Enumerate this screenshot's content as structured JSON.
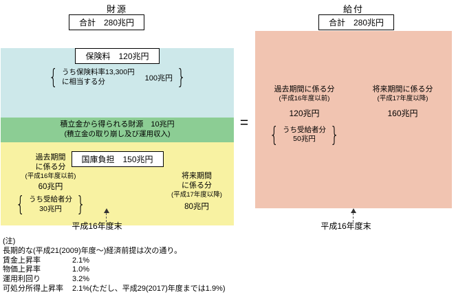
{
  "source_panel": {
    "title": "財源",
    "total": "合計　280兆円",
    "premium": {
      "label": "保険料　120兆円",
      "breakdown_text": "うち保険料率13,300円\nに相当する分",
      "breakdown_value": "100兆円"
    },
    "reserve": {
      "line1": "積立金から得られる財源　10兆円",
      "line2": "(積立金の取り崩し及び運用収入)"
    },
    "treasury": {
      "label": "国庫負担　150兆円",
      "past": {
        "name": "過去期間\nに係る分",
        "period": "(平成16年度以前)",
        "value": "60兆円",
        "breakdown": "うち受給者分\n30兆円"
      },
      "future": {
        "name": "将来期間\nに係る分",
        "period": "(平成17年度以降)",
        "value": "80兆円"
      }
    },
    "axis_label": "平成16年度末"
  },
  "equals_sign": "=",
  "benefit_panel": {
    "title": "給付",
    "total": "合計　280兆円",
    "past": {
      "name": "過去期間に係る分",
      "period": "(平成16年度以前)",
      "value": "120兆円",
      "breakdown": "うち受給者分\n50兆円"
    },
    "future": {
      "name": "将来期間に係る分",
      "period": "(平成17年度以降)",
      "value": "160兆円"
    },
    "axis_label": "平成16年度末"
  },
  "notes": {
    "header": "(注)",
    "intro": "長期的な(平成21(2009)年度〜)経済前提は次の通り。",
    "assumptions": [
      {
        "label": "賃金上昇率",
        "value": "2.1%"
      },
      {
        "label": "物価上昇率",
        "value": "1.0%"
      },
      {
        "label": "運用利回り",
        "value": "3.2%"
      },
      {
        "label": "可処分所得上昇率",
        "value": "2.1%(ただし、平成29(2017)年度までは1.9%)"
      }
    ]
  },
  "colors": {
    "premium_bg": "#cde8ea",
    "reserve_bg": "#8ccd94",
    "treasury_bg": "#f8f2a2",
    "benefit_bg": "#f1c4b1"
  }
}
